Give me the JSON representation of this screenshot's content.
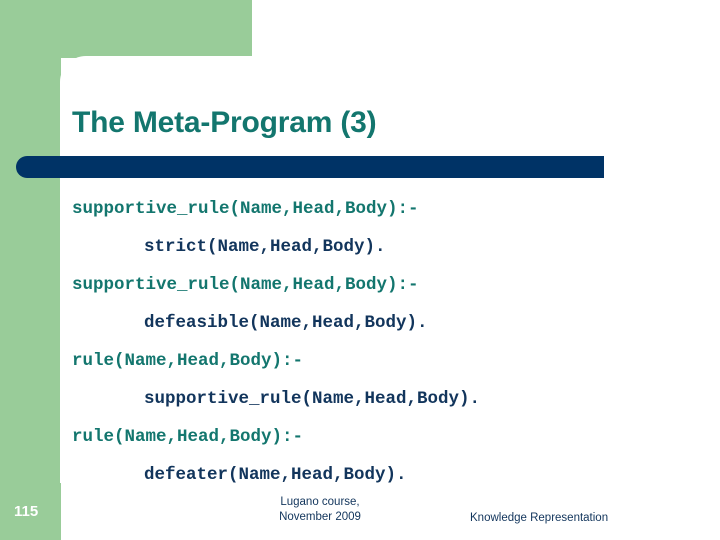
{
  "slide": {
    "title": "The Meta-Program (3)",
    "page_number": "115",
    "colors": {
      "green": "#99cc99",
      "teal": "#13766e",
      "navy": "#003366",
      "text_navy": "#12355c",
      "white": "#ffffff"
    }
  },
  "code": {
    "lines": [
      {
        "text": "supportive_rule(Name,Head,Body):-",
        "role": "head"
      },
      {
        "text": "strict(Name,Head,Body).",
        "role": "tail"
      },
      {
        "text": "supportive_rule(Name,Head,Body):-",
        "role": "head"
      },
      {
        "text": "defeasible(Name,Head,Body).",
        "role": "tail"
      },
      {
        "text": "rule(Name,Head,Body):-",
        "role": "head"
      },
      {
        "text": "supportive_rule(Name,Head,Body).",
        "role": "tail"
      },
      {
        "text": "rule(Name,Head,Body):-",
        "role": "head"
      },
      {
        "text": "defeater(Name,Head,Body).",
        "role": "tail"
      }
    ]
  },
  "footer": {
    "course_line1": "Lugano course,",
    "course_line2": "November 2009",
    "subject": "Knowledge Representation"
  }
}
